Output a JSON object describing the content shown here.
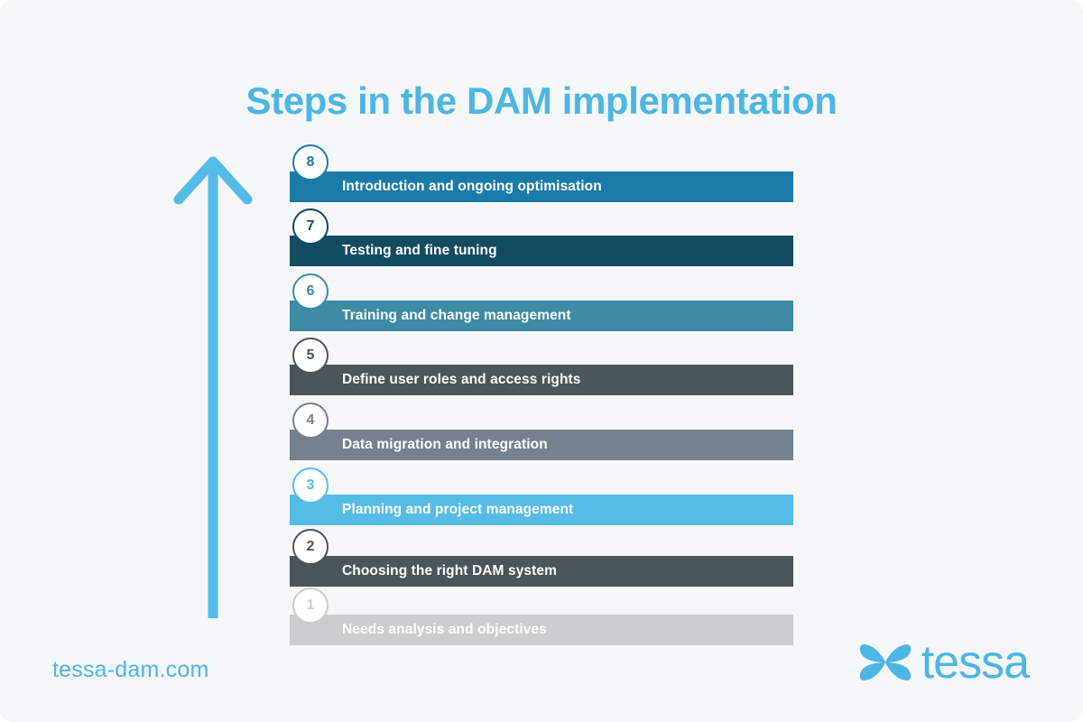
{
  "page": {
    "background_color": "#f5f7f9",
    "accent_color": "#4cb6e5"
  },
  "header": {
    "title": "Steps in the DAM implementation"
  },
  "arrow": {
    "name": "upward-arrow",
    "color": "#55bce8",
    "direction": "up"
  },
  "chart_data": {
    "type": "bar",
    "title": "Steps in the DAM implementation",
    "orientation": "horizontal",
    "xlabel": "",
    "ylabel": "",
    "categories": [
      "Introduction and ongoing optimisation",
      "Testing and fine tuning",
      "Training and change management",
      "Define user roles and access rights",
      "Data migration and integration",
      "Planning and project management",
      "Choosing the right DAM system",
      "Needs analysis and objectives"
    ],
    "values": [
      8,
      7,
      6,
      5,
      4,
      3,
      2,
      1
    ],
    "colors": [
      "#1b7ba8",
      "#134b63",
      "#3d8ba5",
      "#4b565c",
      "#74818f",
      "#55bce8",
      "#4a555c",
      "#cccdce"
    ],
    "legend": "none",
    "grid": false
  },
  "steps": [
    {
      "number": "8",
      "label": "Introduction and ongoing optimisation",
      "color": "#1b7ba8",
      "text_color": "#ffffff"
    },
    {
      "number": "7",
      "label": "Testing and fine tuning",
      "color": "#134b63",
      "text_color": "#ffffff"
    },
    {
      "number": "6",
      "label": "Training and change management",
      "color": "#3d8ba5",
      "text_color": "#ffffff"
    },
    {
      "number": "5",
      "label": "Define user roles and access rights",
      "color": "#4b565c",
      "text_color": "#ffffff"
    },
    {
      "number": "4",
      "label": "Data migration and integration",
      "color": "#74818f",
      "text_color": "#ffffff"
    },
    {
      "number": "3",
      "label": "Planning and project management",
      "color": "#55bce8",
      "text_color": "#ffffff"
    },
    {
      "number": "2",
      "label": "Choosing the right DAM system",
      "color": "#4a555c",
      "text_color": "#ffffff"
    },
    {
      "number": "1",
      "label": "Needs analysis and objectives",
      "color": "#cccdce",
      "text_color": "#ffffff"
    }
  ],
  "footer": {
    "url": "tessa-dam.com",
    "logo_word": "tessa",
    "logo_mark": "butterfly-icon",
    "logo_color": "#4cb6e5"
  }
}
